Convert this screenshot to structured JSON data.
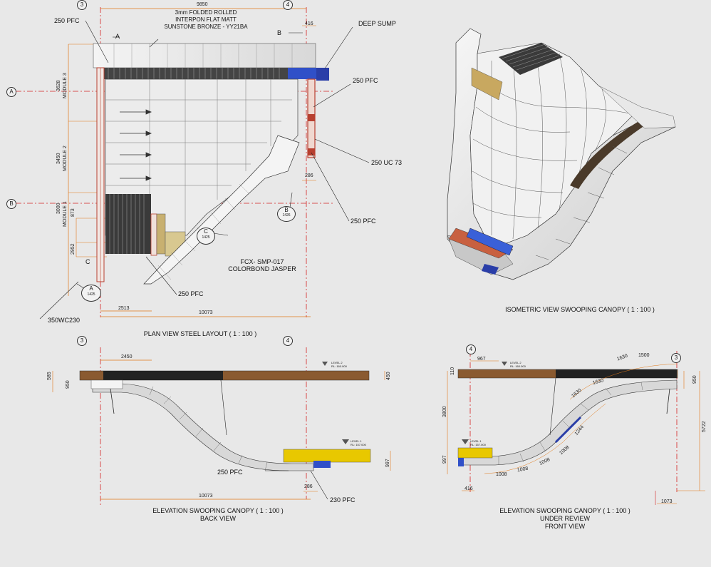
{
  "plan": {
    "title": "PLAN VIEW STEEL LAYOUT ( 1 : 100 )",
    "grid_top_left": "3",
    "grid_top_right": "4",
    "grid_left_a": "A",
    "grid_left_b": "B",
    "section_a": "A",
    "section_b": "B",
    "dim_top": "9850",
    "dim_right_top": "416",
    "dim_right_mid": "286",
    "dim_bottom_small": "2513",
    "dim_bottom_total": "10073",
    "dim_module3": "3628",
    "module3": "MODULE 3",
    "dim_module2": "3450",
    "module2": "MODULE 2",
    "dim_module1": "3000",
    "module1": "MODULE 1",
    "dim_873": "873",
    "dim_2952": "2952",
    "note_folded": [
      "3mm FOLDED ROLLED",
      "INTERPON FLAT MATT",
      "SUNSTONE BRONZE - YY21BA"
    ],
    "lbl_250pfc_tl": "250 PFC",
    "lbl_deep_sump": "DEEP SUMP",
    "lbl_250pfc_r": "250 PFC",
    "lbl_250uc73": "250 UC 73",
    "lbl_250pfc_br": "250 PFC",
    "lbl_250pfc_b": "250 PFC",
    "lbl_350wc230": "350WC230",
    "note_fcx": [
      "FCX- SMP-017",
      "COLORBOND JASPER"
    ],
    "marker_a_letter": "A",
    "marker_a_sheet": "1425",
    "marker_b_letter": "B",
    "marker_b_sheet": "1426",
    "marker_c_letter": "C",
    "marker_c_sheet": "1425",
    "label_c": "C"
  },
  "iso": {
    "title": "ISOMETRIC VIEW SWOOPING CANOPY ( 1 : 100 )"
  },
  "back": {
    "title": [
      "ELEVATION SWOOPING CANOPY ( 1 : 100 )",
      "BACK VIEW"
    ],
    "grid_left": "3",
    "grid_right": "4",
    "dim_2450": "2450",
    "dim_585": "585",
    "dim_950": "950",
    "dim_450": "450",
    "dim_997": "997",
    "dim_286": "286",
    "dim_10073": "10073",
    "lbl_250pfc": "250 PFC",
    "lbl_230pfc": "230 PFC",
    "level2": [
      "LEVEL 2",
      "RL: 160.000"
    ],
    "level1": [
      "LEVEL 1",
      "RL: 157.000"
    ]
  },
  "front": {
    "title": [
      "ELEVATION SWOOPING CANOPY ( 1 : 100 )",
      "UNDER REVIEW",
      "FRONT VIEW"
    ],
    "grid_left": "4",
    "grid_right": "3",
    "dim_967": "967",
    "dim_110": "110",
    "dim_3800": "3800",
    "dim_997": "997",
    "dim_950": "950",
    "dim_5722": "5722",
    "dim_1073": "1073",
    "dim_416": "416",
    "segments": [
      "1630",
      "1500",
      "1630",
      "1630",
      "1244",
      "1008",
      "1008",
      "1008",
      "1008"
    ],
    "level2": [
      "LEVEL 2",
      "RL: 160.000"
    ],
    "level1": [
      "LEVEL 1",
      "RL: 157.000"
    ]
  },
  "colors": {
    "grid_red": "#d42020",
    "dim_orange": "#e07818",
    "steel_red": "#b84030",
    "blue_steel": "#3050c8",
    "timber": "#8a5a30",
    "yellow": "#e8c800"
  }
}
